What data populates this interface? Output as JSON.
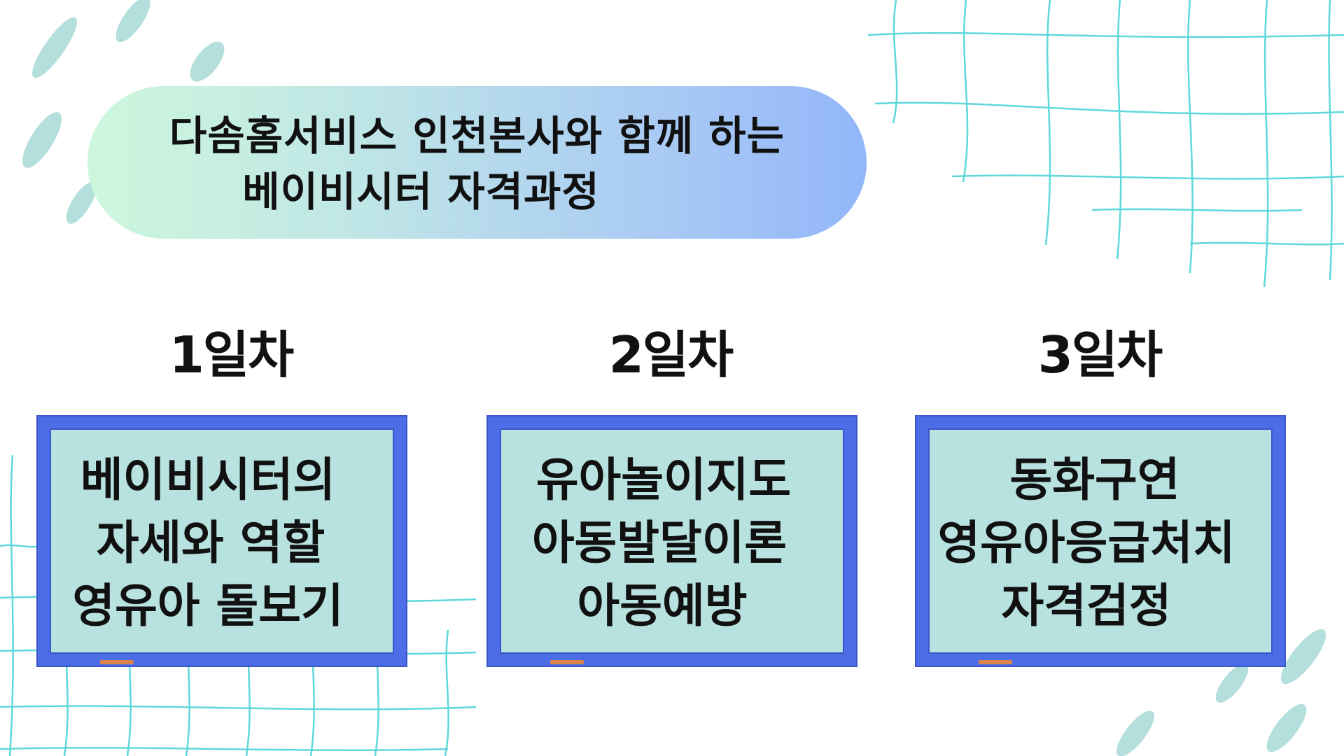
{
  "title": {
    "line1": "다솜홈서비스 인천본사와 함께 하는",
    "line2": "베이비시터 자격과정"
  },
  "days": [
    {
      "label": "1일차",
      "lines": [
        "베이비시터의",
        "자세와 역할",
        "영유아 돌보기"
      ]
    },
    {
      "label": "2일차",
      "lines": [
        "유아놀이지도",
        "아동발달이론",
        "아동예방"
      ]
    },
    {
      "label": "3일차",
      "lines": [
        "동화구연",
        "영유아응급처치",
        "자격검정"
      ]
    }
  ],
  "colors": {
    "board_frame": "#4d6de6",
    "board_surface": "#b8e2df",
    "grid_lines": "#5fd8dc",
    "drops": "#b5dfdc",
    "pill_gradient_start": "#cdf7dd",
    "pill_gradient_end": "#93b6f9"
  }
}
